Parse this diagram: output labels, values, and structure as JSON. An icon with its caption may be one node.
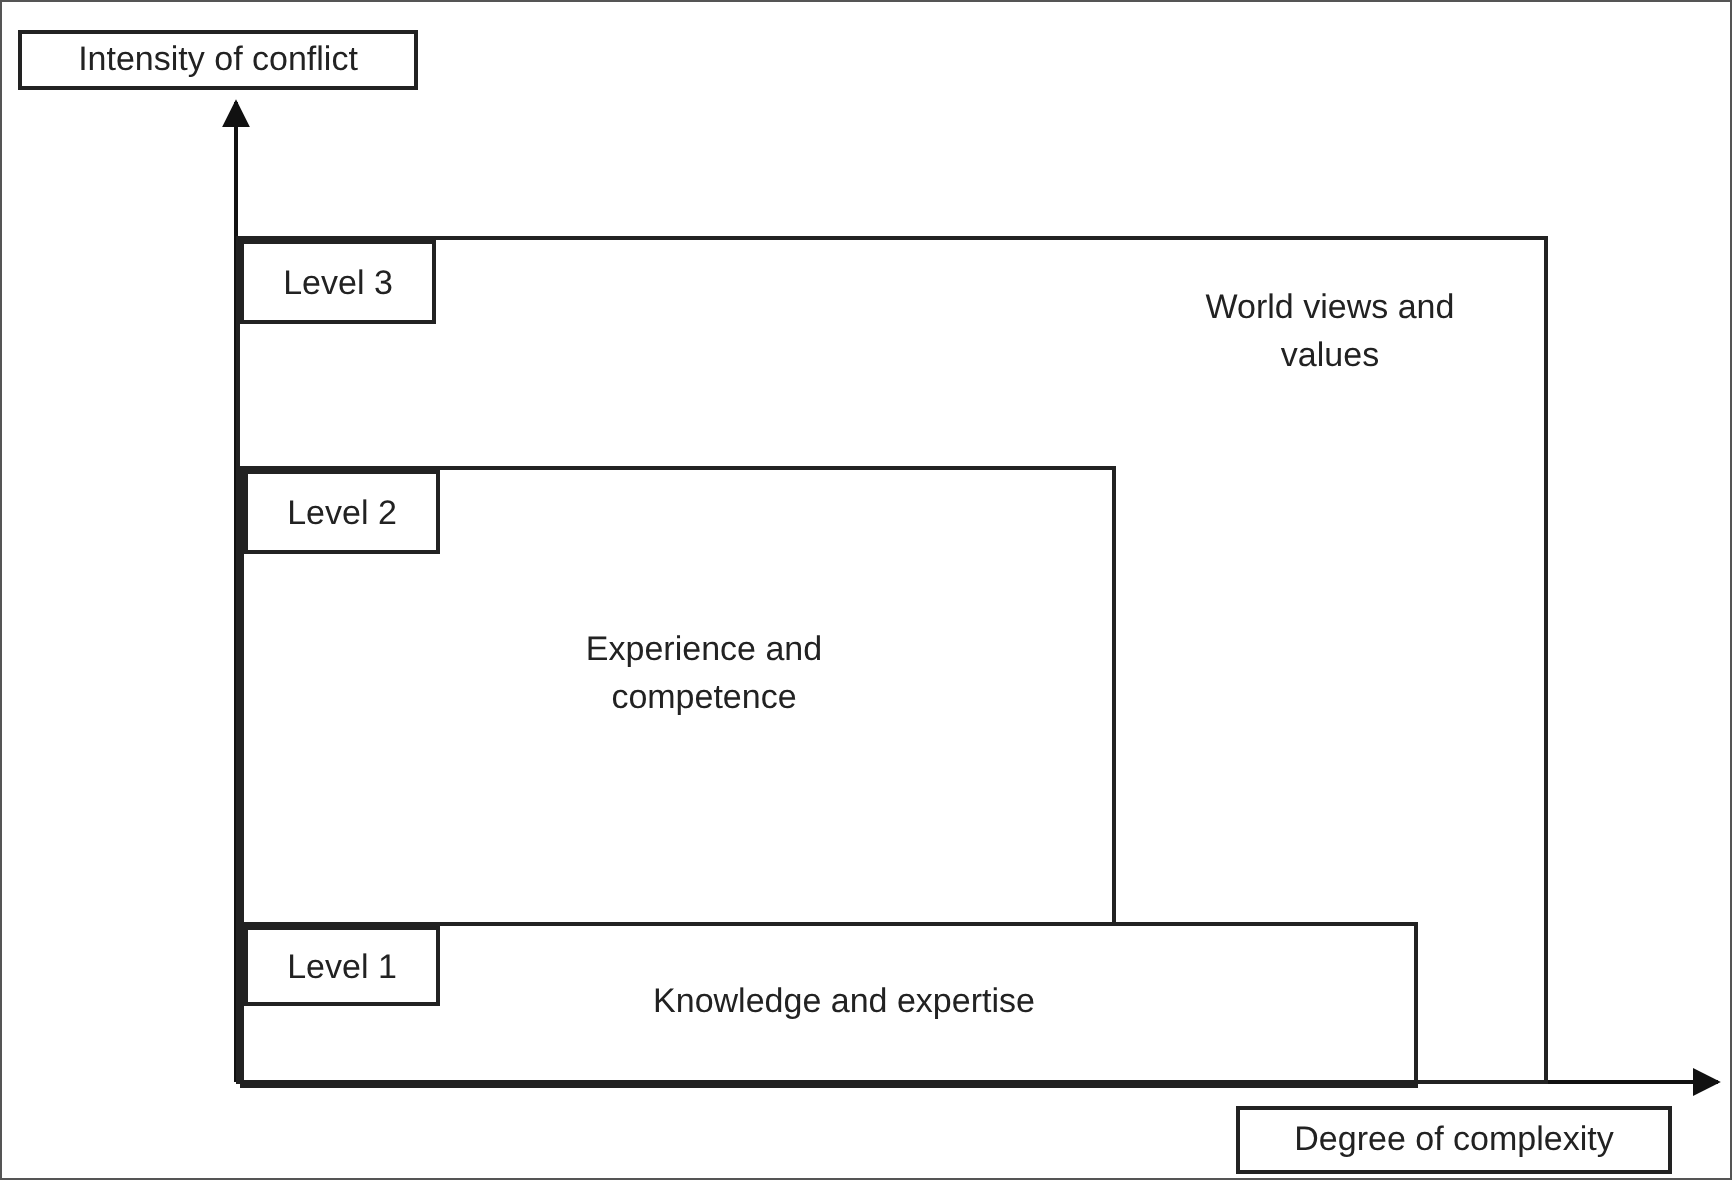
{
  "diagram": {
    "nodes": [
      {
        "text": [
          "World views and values"
        ]
      },
      {
        "text": [
          "Level 3"
        ],
        "in": 0
      },
      {
        "text": [
          "Experience and competence"
        ],
        "in": 0
      },
      {
        "text": [
          "Level 2"
        ],
        "in": 2
      },
      {
        "text": [
          "Knowledge and expertise"
        ],
        "in": 0
      },
      {
        "text": [
          "Level 1"
        ],
        "in": 4
      },
      {
        "text": [
          "Intensity of conflict"
        ]
      },
      {
        "text": [
          "Degree of complexity"
        ]
      }
    ]
  }
}
